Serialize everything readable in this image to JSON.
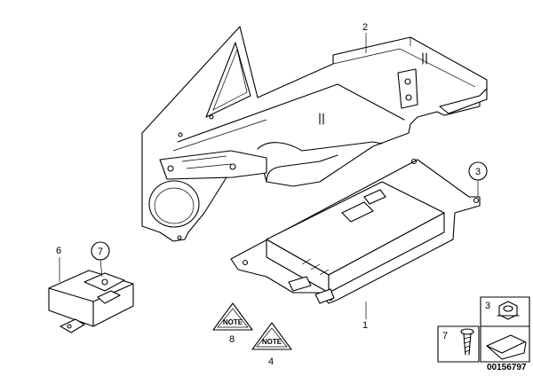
{
  "diagram": {
    "part_number": "00156797",
    "callouts": {
      "c1": "1",
      "c2": "2",
      "c3": "3",
      "c3_inset": "3",
      "c4": "4",
      "c6": "6",
      "c7_circle": "7",
      "c7_inset": "7",
      "c8": "8"
    },
    "warning_labels": {
      "tri_left": "NOTE",
      "tri_right": "NOTE"
    }
  }
}
